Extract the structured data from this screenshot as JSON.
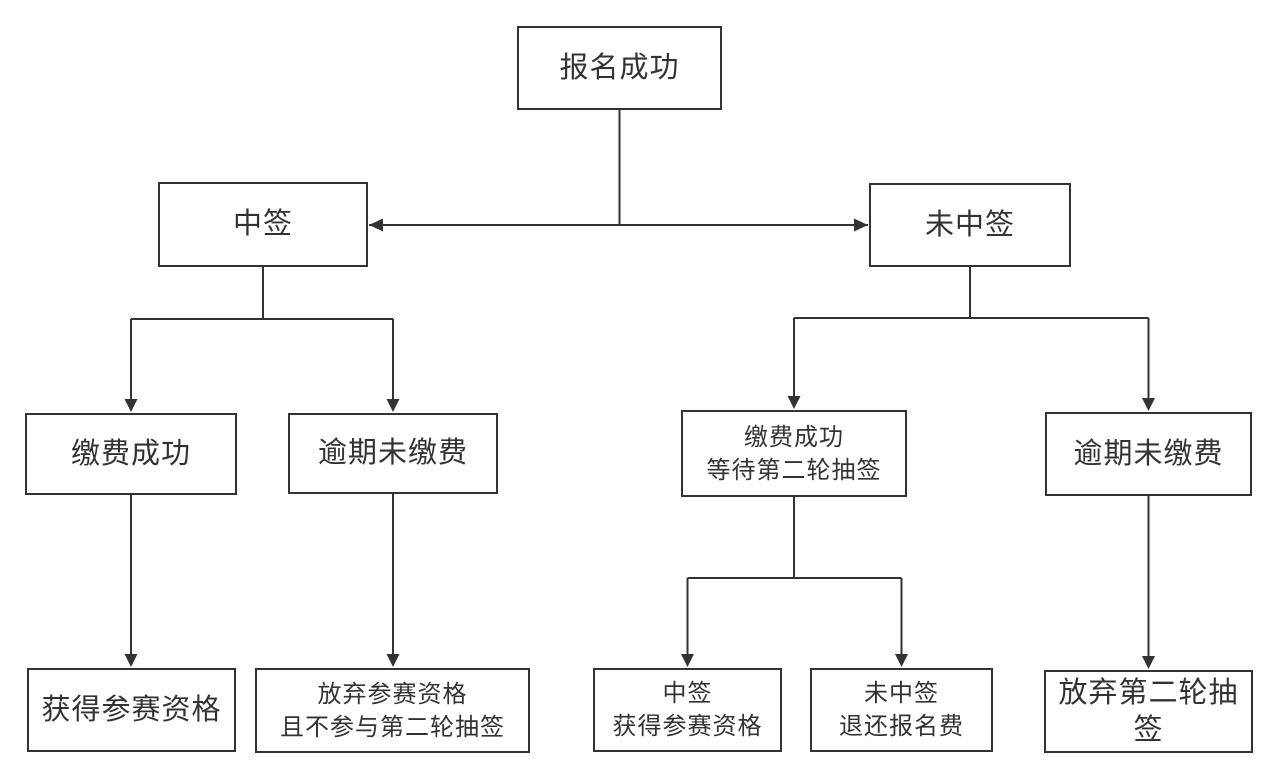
{
  "diagram": {
    "title": "registration-lottery-flowchart",
    "colors": {
      "background": "#ffffff",
      "node_fill": "#ffffff",
      "node_border": "#333333",
      "line": "#333333",
      "text": "#333333"
    },
    "nodes": {
      "registration_success": {
        "line1": "报名成功"
      },
      "selected": {
        "line1": "中签"
      },
      "not_selected": {
        "line1": "未中签"
      },
      "payment_success": {
        "line1": "缴费成功"
      },
      "overdue_unpaid_left": {
        "line1": "逾期未缴费"
      },
      "payment_success_wait_second_round": {
        "line1": "缴费成功",
        "line2": "等待第二轮抽签"
      },
      "overdue_unpaid_right": {
        "line1": "逾期未缴费"
      },
      "qualification_obtained": {
        "line1": "获得参赛资格"
      },
      "forfeit_qualification": {
        "line1": "放弃参赛资格",
        "line2": "且不参与第二轮抽签"
      },
      "second_round_selected": {
        "line1": "中签",
        "line2": "获得参赛资格"
      },
      "second_round_not_selected": {
        "line1": "未中签",
        "line2": "退还报名费"
      },
      "forfeit_second_round": {
        "line1": "放弃第二轮抽签"
      }
    }
  }
}
